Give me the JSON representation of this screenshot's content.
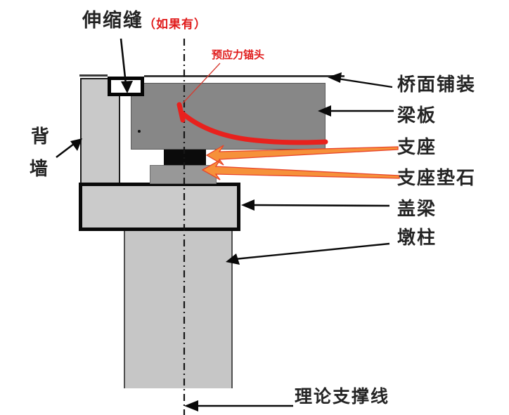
{
  "diagram": {
    "type": "bridge-bearing-cross-section",
    "labels": {
      "expansion_joint": "伸缩缝",
      "expansion_joint_note": "（如果有）",
      "prestress_anchor": "预应力锚头",
      "deck_pavement": "桥面铺装",
      "beam_slab": "梁板",
      "bearing": "支座",
      "bearing_pedestal": "支座垫石",
      "cap_beam": "盖梁",
      "pier_column": "墩柱",
      "back_wall_char_1": "背",
      "back_wall_char_2": "墙",
      "theoretical_support_line": "理论支撑线"
    },
    "colors": {
      "beam_slab_fill": "#878787",
      "pedestal_fill": "#989898",
      "light_concrete_fill": "#c9c9c9",
      "bearing_fill": "#0b0b0b",
      "tendon_red": "#e8211d",
      "arrow_orange": "#f6913a",
      "arrow_orange_outline": "#e8442a",
      "label_text": "#242424",
      "red_label_text": "#e01b1b"
    }
  }
}
